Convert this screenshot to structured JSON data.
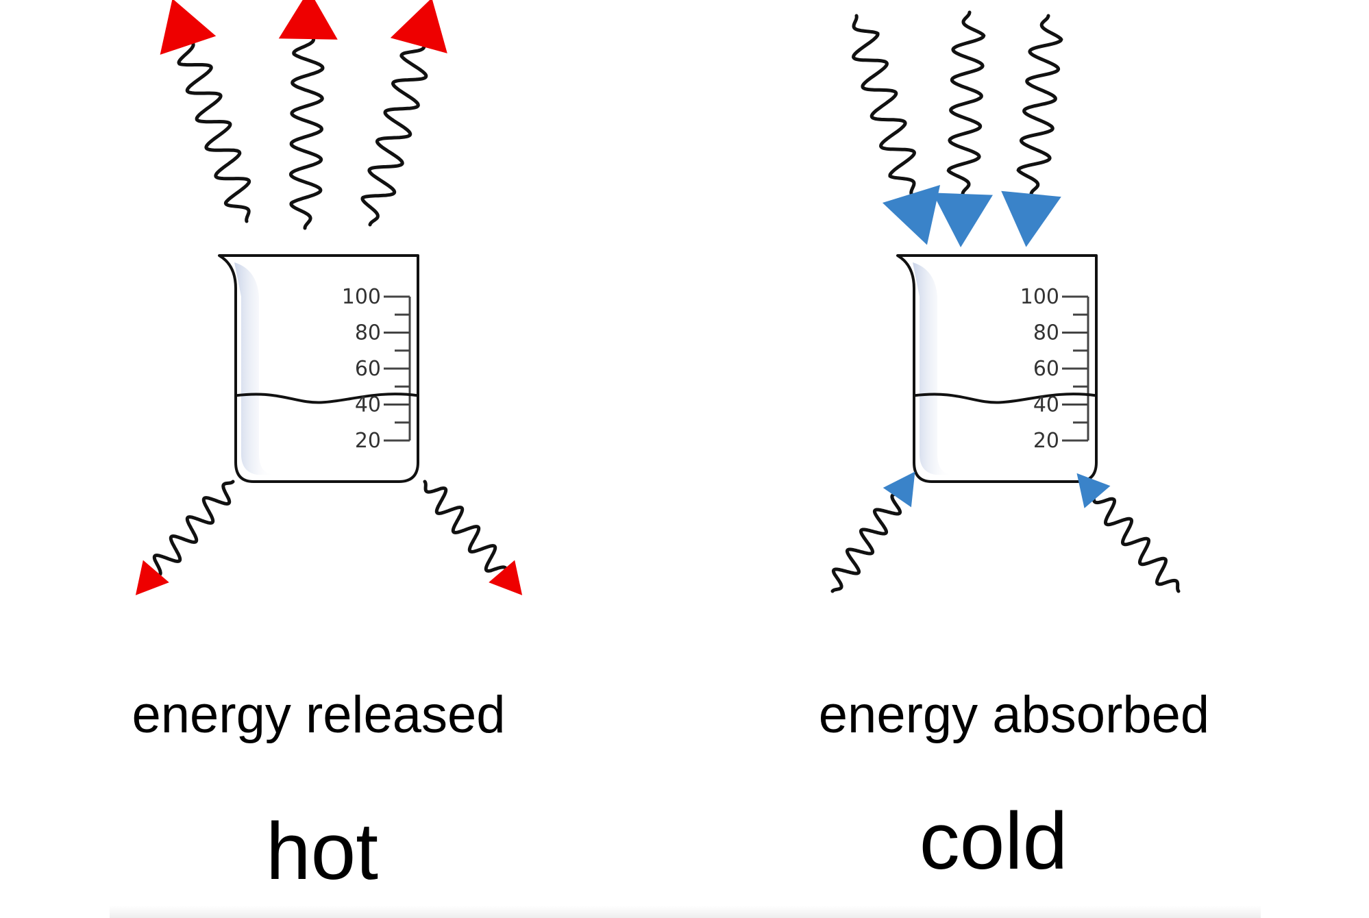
{
  "panels": [
    {
      "id": "released",
      "description": "energy released",
      "temperature": "hot",
      "arrow_color": "#ee0000",
      "scale_labels": [
        "100",
        "80",
        "60",
        "40",
        "20"
      ]
    },
    {
      "id": "absorbed",
      "description": "energy absorbed",
      "temperature": "cold",
      "arrow_color": "#3a83c9",
      "scale_labels": [
        "100",
        "80",
        "60",
        "40",
        "20"
      ]
    }
  ],
  "liquid_level": 45
}
